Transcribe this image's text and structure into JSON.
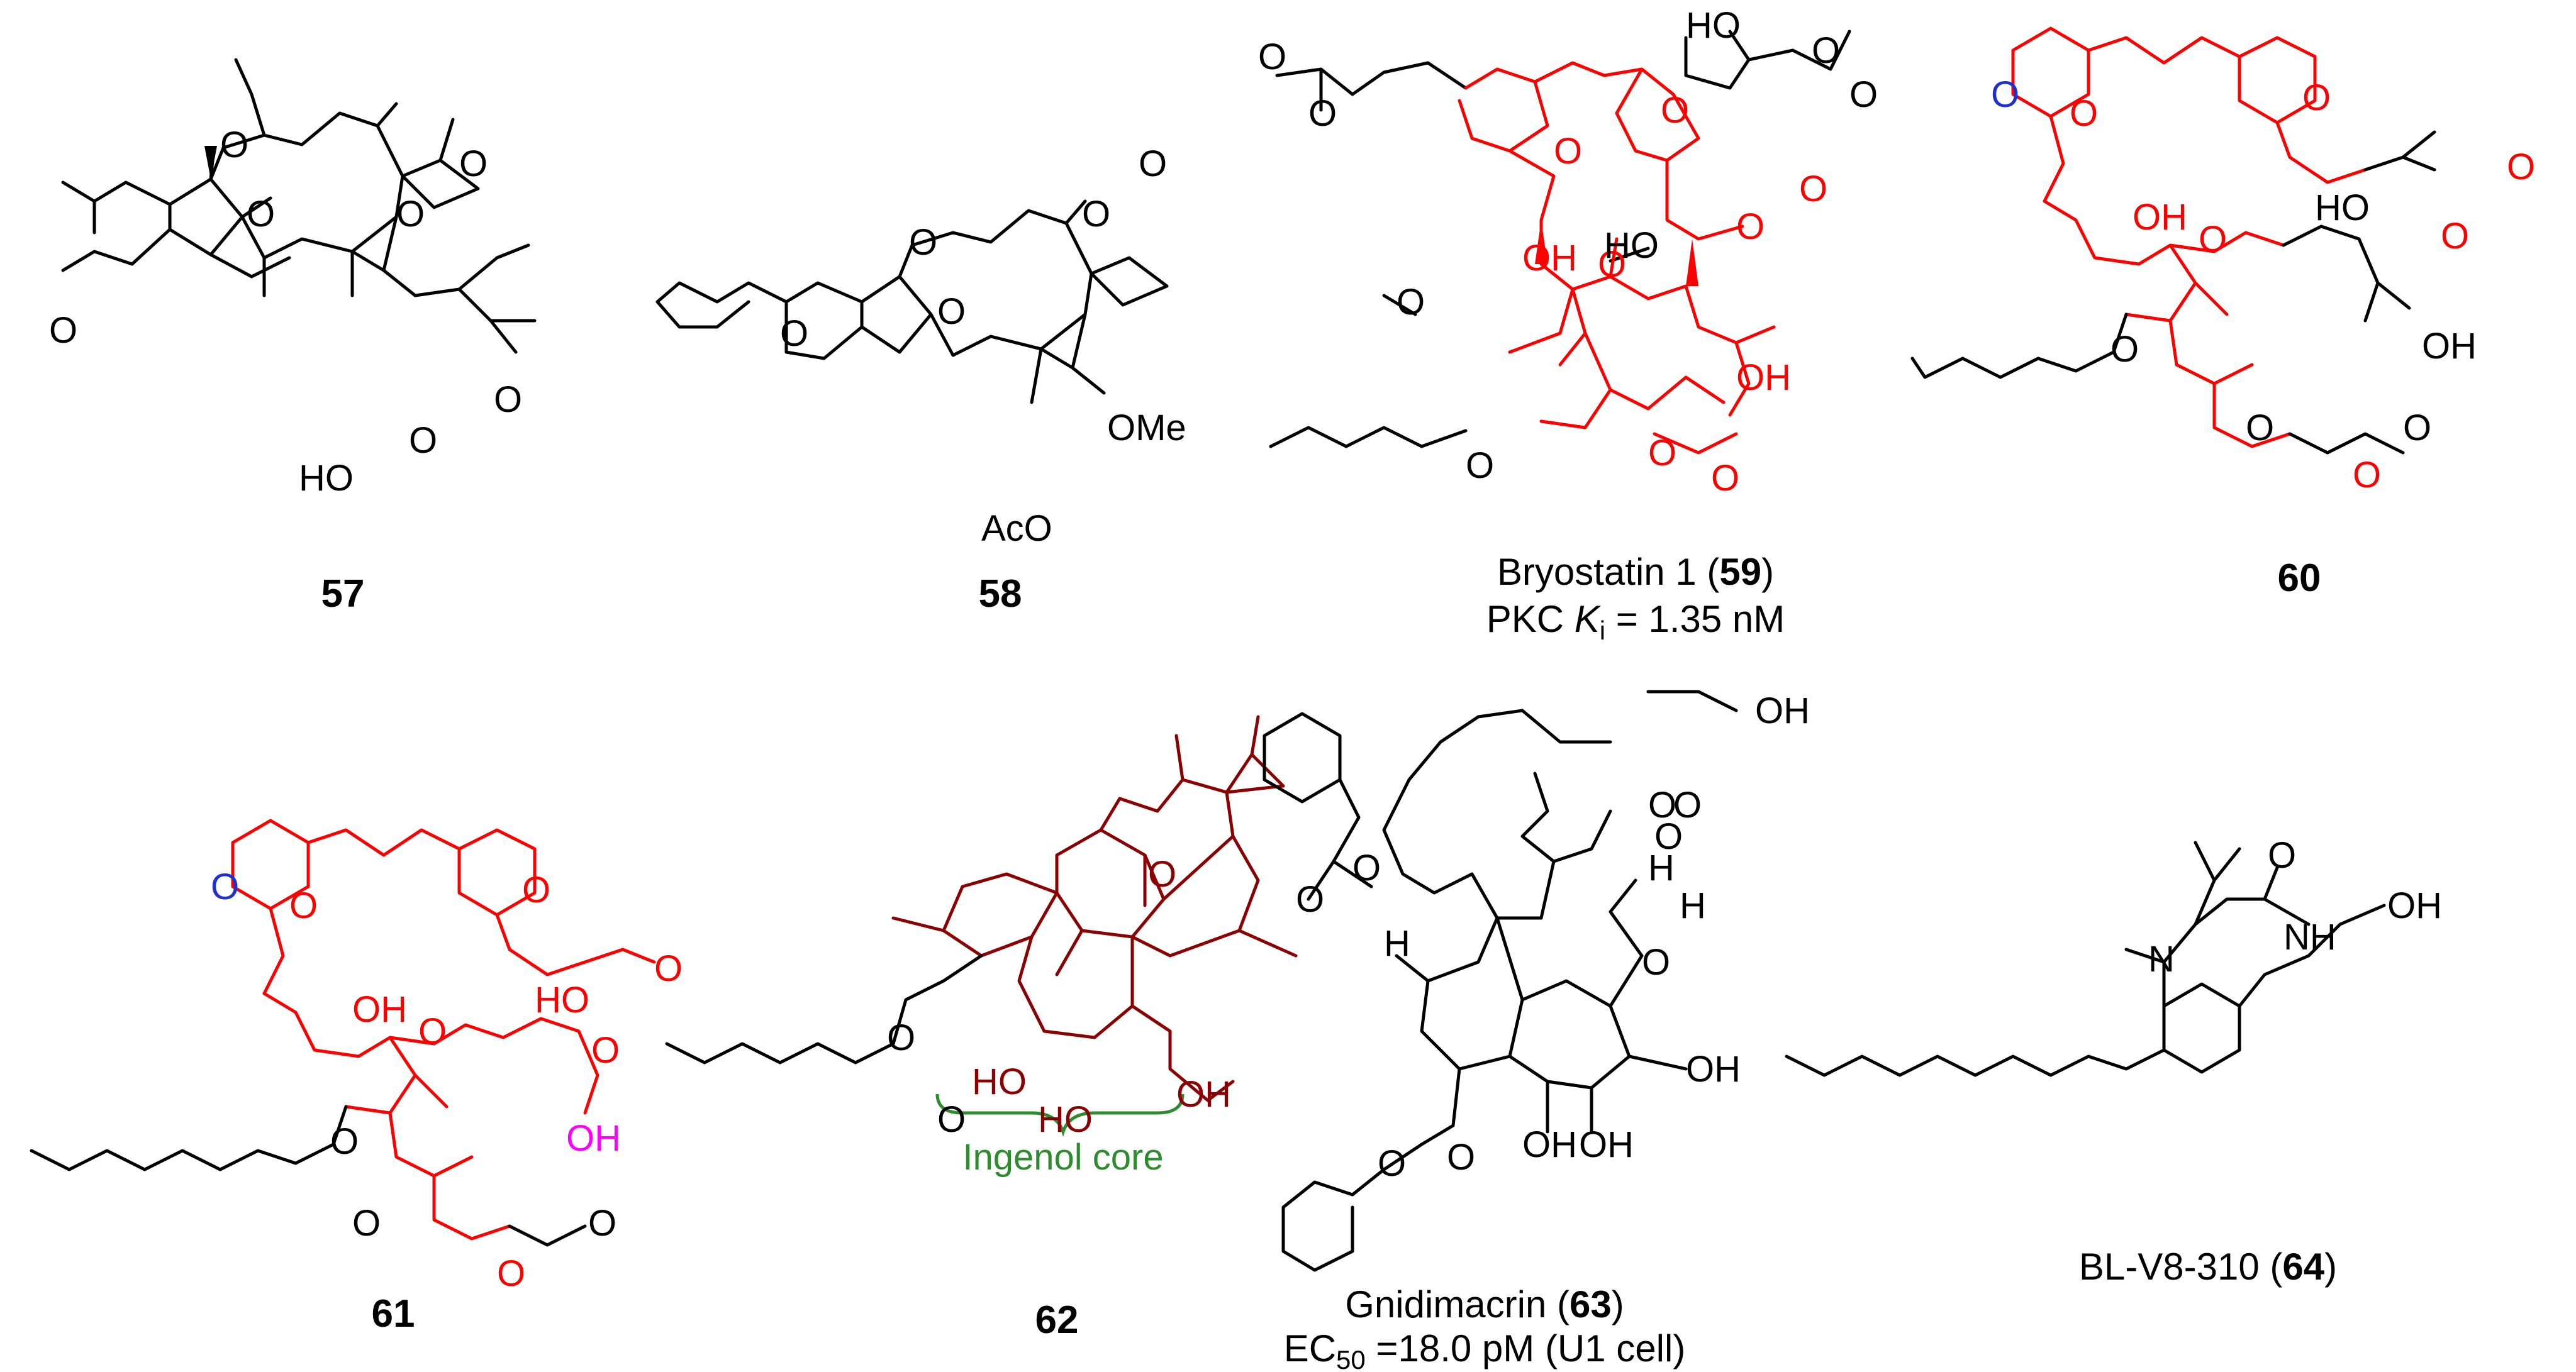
{
  "colors": {
    "black": "#000000",
    "red": "#ff0000",
    "dark_red": "#8b0000",
    "blue": "#1f2fd0",
    "magenta": "#ff00ff",
    "green": "#2e8b2e"
  },
  "compounds": {
    "c57": {
      "number": "57",
      "atoms": {
        "o_ketone_side": "O",
        "o_ketone": "O",
        "o_epoxide": "O",
        "ho": "HO",
        "o_ester": "O",
        "o_carbonyl": "O",
        "o_acetyl": "O",
        "o_acetyl_c": "O"
      }
    },
    "c58": {
      "number": "58",
      "atoms": {
        "o_ketone_side": "O",
        "o_ketone": "O",
        "o_epoxide": "O",
        "aco": "AcO",
        "ome": "OMe",
        "o_acetyl": "O",
        "o_acetyl_c": "O"
      }
    },
    "c59": {
      "name_prefix": "Bryostatin 1 (",
      "number": "59",
      "name_suffix": ")",
      "activity_prefix": "PKC ",
      "activity_K": "K",
      "activity_sub": "i",
      "activity_value": " = 1.35 nM",
      "atoms": {
        "ho_top": "HO",
        "o_top_ring": "O",
        "o_left_ring": "O",
        "o_acetyl": "O",
        "o_acetyl_c": "O",
        "o_ester_l": "O",
        "o_ester_lc": "O",
        "oh_mid": "OH",
        "o_mid_ring": "O",
        "ho_right": "HO",
        "o_lactone": "O",
        "o_lactone_c": "O",
        "oh_bottom": "OH",
        "o_octa": "O",
        "o_octa_c": "O",
        "o_ester_b": "O",
        "o_ester_bc": "O"
      }
    },
    "c60": {
      "number": "60",
      "atoms": {
        "o_blue": "O",
        "o_dioxane": "O",
        "o_thp": "O",
        "ho": "HO",
        "oh_mid": "OH",
        "o_mid_ring": "O",
        "o_lactone": "O",
        "o_lactone_c": "O",
        "oh_right": "OH",
        "o_ester": "O",
        "o_ester_c": "O",
        "o_bot": "O",
        "o_bot_c": "O"
      }
    },
    "c61": {
      "number": "61",
      "atoms": {
        "o_blue": "O",
        "o_dioxane": "O",
        "o_thp": "O",
        "ho": "HO",
        "oh_mid": "OH",
        "o_mid_ring": "O",
        "o_lactone": "O",
        "o_lactone_c": "O",
        "oh_mag": "OH",
        "o_ester": "O",
        "o_ester_c": "O",
        "o_bot": "O",
        "o_bot_c": "O"
      }
    },
    "c62": {
      "number": "62",
      "core_label": "Ingenol core",
      "atoms": {
        "o_ketone": "O",
        "o_ester": "O",
        "o_ester_c": "O",
        "ho_1": "HO",
        "ho_2": "HO",
        "oh": "OH"
      }
    },
    "c63": {
      "name_prefix": "Gnidimacrin (",
      "number": "63",
      "name_suffix": ")",
      "activity_ec": "EC",
      "activity_sub": "50",
      "activity_value": " =18.0 pM (U1 cell)",
      "atoms": {
        "oh_top": "OH",
        "o_orth1": "O",
        "o_orth2": "O",
        "o_orth3": "O",
        "h1": "H",
        "h2": "H",
        "h3": "H",
        "o_bz1": "O",
        "o_bz1c": "O",
        "o_epox": "O",
        "oh1": "OH",
        "oh2": "OH",
        "oh3": "OH",
        "o_bz2": "O",
        "o_bz2c": "O"
      }
    },
    "c64": {
      "name_prefix": "BL-V8-310 (",
      "number": "64",
      "name_suffix": ")",
      "atoms": {
        "o": "O",
        "nh": "NH",
        "n": "N",
        "oh": "OH"
      }
    }
  }
}
